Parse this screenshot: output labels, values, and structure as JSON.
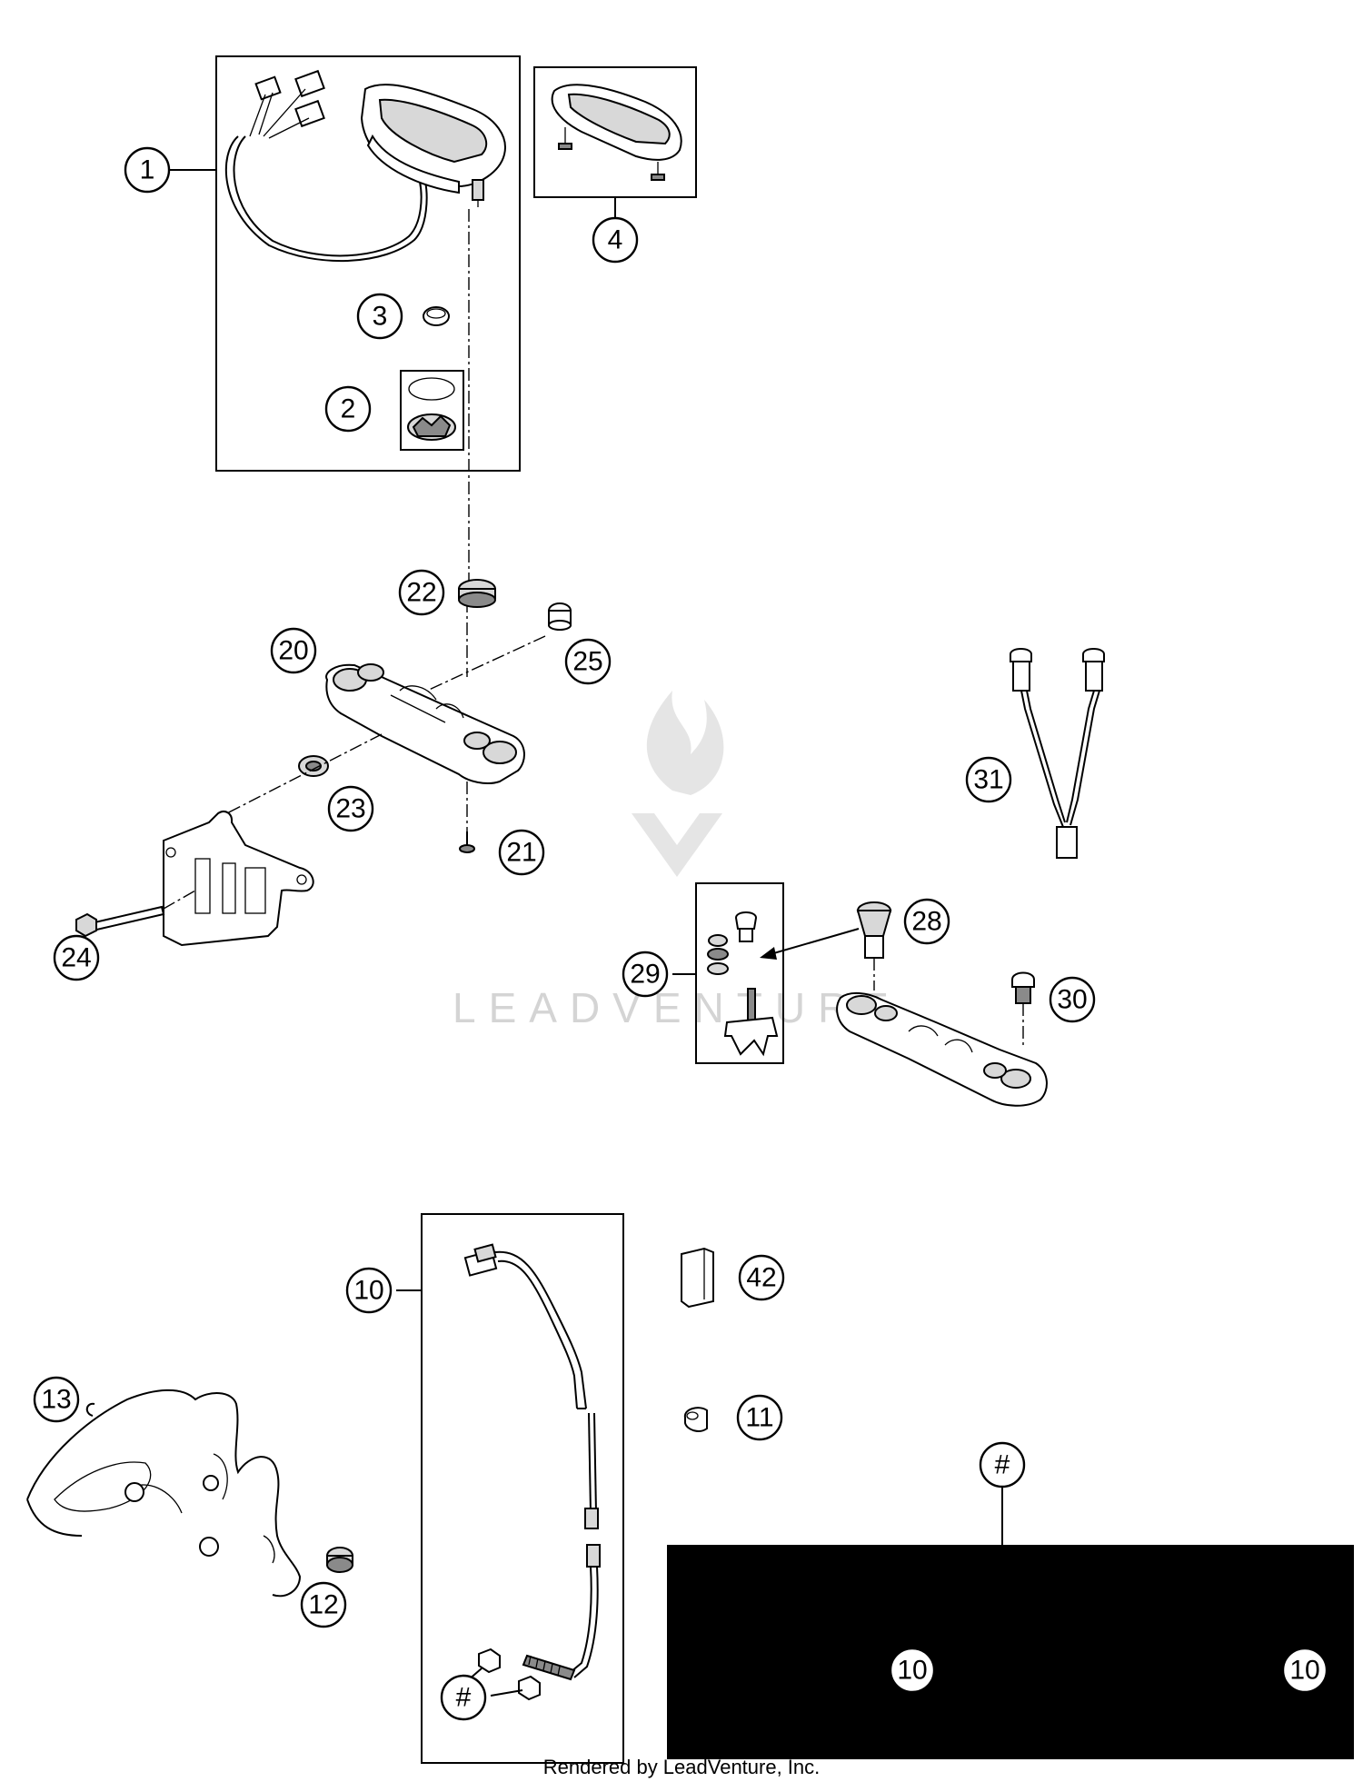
{
  "callouts": {
    "c1": "1",
    "c2": "2",
    "c3": "3",
    "c4": "4",
    "c10a": "10",
    "c10b": "10",
    "c10c": "10",
    "c11": "11",
    "c12": "12",
    "c13": "13",
    "c20": "20",
    "c21": "21",
    "c22": "22",
    "c23": "23",
    "c24": "24",
    "c25": "25",
    "c28": "28",
    "c29": "29",
    "c30": "30",
    "c31": "31",
    "c42": "42",
    "hash_a": "#",
    "hash_b": "#"
  },
  "watermark": "LEADVENTURE",
  "footer": "Rendered by LeadVenture, Inc.",
  "colors": {
    "line": "#000000",
    "background": "#ffffff",
    "black_panel": "#000000",
    "watermark": "#d0d0d0"
  }
}
